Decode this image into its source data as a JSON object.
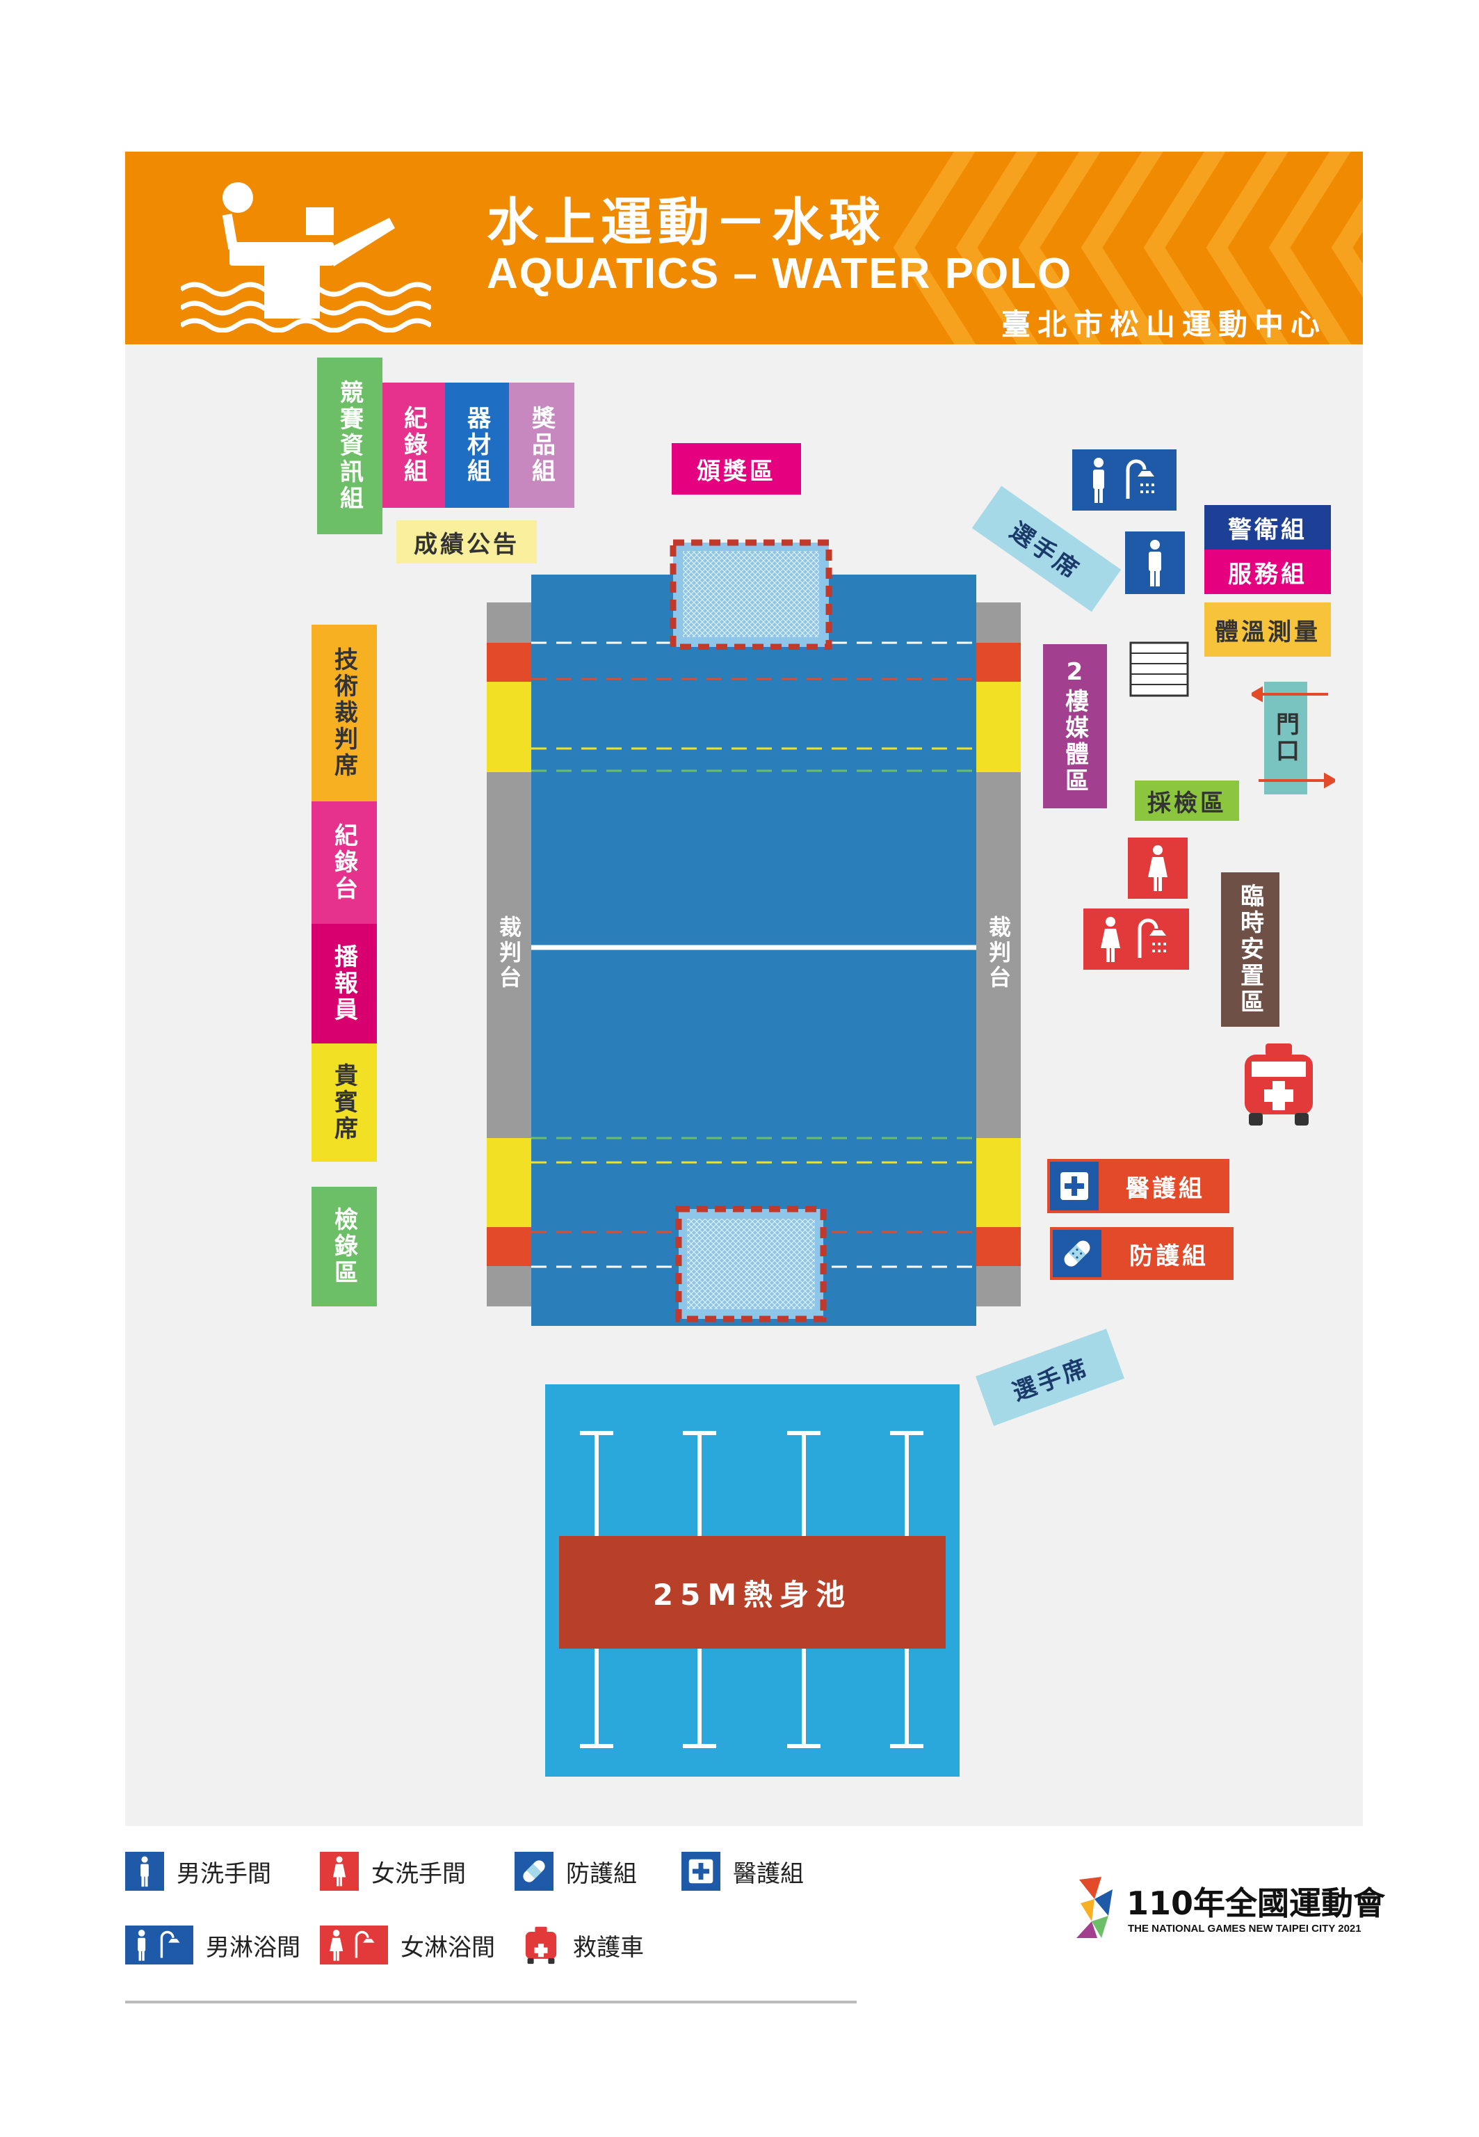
{
  "header": {
    "title_zh": "水上運動－水球",
    "title_en": "AQUATICS – WATER POLO",
    "venue": "臺北市松山運動中心"
  },
  "zones": {
    "competition_info": "競賽資訊組",
    "records_group": "紀錄組",
    "equipment_group": "器材組",
    "prize_group": "獎品組",
    "results_board": "成績公告",
    "award_area": "頒獎區",
    "athlete_seats_top": "選手席",
    "security_group": "警衛組",
    "service_group": "服務組",
    "temperature_check": "體溫測量",
    "media_area": "2樓媒體區",
    "entrance": "門口",
    "doping_area": "採檢區",
    "temp_placement": "臨時安置區",
    "tech_judge": "技術裁判席",
    "record_desk": "紀錄台",
    "announcer": "播報員",
    "vip_seats": "貴賓席",
    "check_in": "檢錄區",
    "referee_left": "裁判台",
    "referee_right": "裁判台",
    "medical_group": "醫護組",
    "protection_group": "防護組",
    "athlete_seats_bottom": "選手席",
    "warmup_pool": "25M熱身池"
  },
  "legend": {
    "men_toilet": "男洗手間",
    "women_toilet": "女洗手間",
    "protection": "防護組",
    "medical": "醫護組",
    "men_shower": "男淋浴間",
    "women_shower": "女淋浴間",
    "ambulance": "救護車"
  },
  "logo": {
    "title": "110年全國運動會",
    "subtitle": "THE NATIONAL GAMES NEW TAIPEI CITY 2021"
  },
  "colors": {
    "orange": "#f08a00",
    "pool_blue": "#2a7fba",
    "warmup_blue": "#2ba8db",
    "navy": "#1e5aa8",
    "magenta": "#e4007f",
    "green": "#6dbf67",
    "yellow": "#f7d000"
  }
}
